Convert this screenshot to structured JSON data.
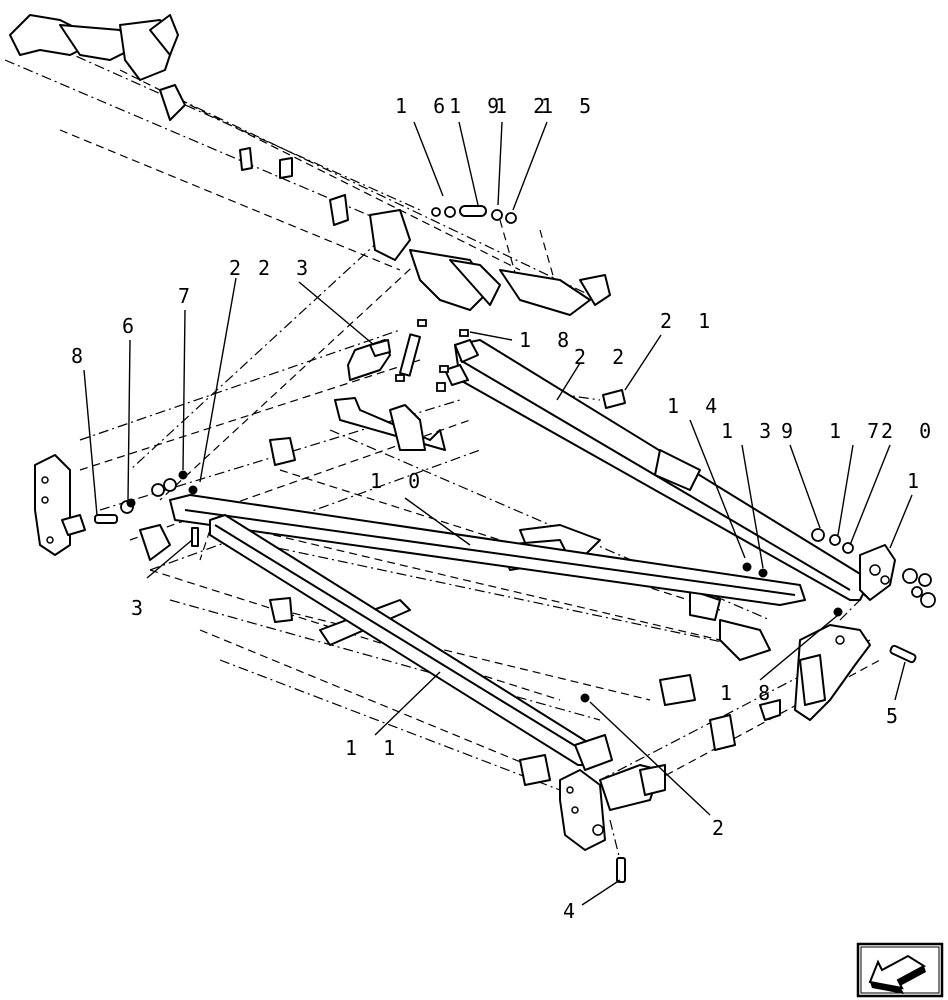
{
  "diagram": {
    "callouts": [
      {
        "id": "c16",
        "text": "1 6"
      },
      {
        "id": "c19",
        "text": "1 9"
      },
      {
        "id": "c12",
        "text": "1 2"
      },
      {
        "id": "c15",
        "text": "1 5"
      },
      {
        "id": "c23",
        "text": "2 3"
      },
      {
        "id": "c2a",
        "text": "2"
      },
      {
        "id": "c7",
        "text": "7"
      },
      {
        "id": "c6",
        "text": "6"
      },
      {
        "id": "c8",
        "text": "8"
      },
      {
        "id": "c18a",
        "text": "1 8"
      },
      {
        "id": "c21",
        "text": "2 1"
      },
      {
        "id": "c22",
        "text": "2 2"
      },
      {
        "id": "c14",
        "text": "1 4"
      },
      {
        "id": "c13",
        "text": "1 3"
      },
      {
        "id": "c9",
        "text": "9"
      },
      {
        "id": "c17",
        "text": "1 7"
      },
      {
        "id": "c20",
        "text": "2 0"
      },
      {
        "id": "c1",
        "text": "1"
      },
      {
        "id": "c10",
        "text": "1 0"
      },
      {
        "id": "c3",
        "text": "3"
      },
      {
        "id": "c18b",
        "text": "1 8"
      },
      {
        "id": "c5",
        "text": "5"
      },
      {
        "id": "c11",
        "text": "1 1"
      },
      {
        "id": "c2b",
        "text": "2"
      },
      {
        "id": "c4",
        "text": "4"
      }
    ]
  },
  "nav": {
    "icon": "previous-page-arrow-icon"
  },
  "colors": {
    "ink": "#000000",
    "paper": "#ffffff"
  }
}
